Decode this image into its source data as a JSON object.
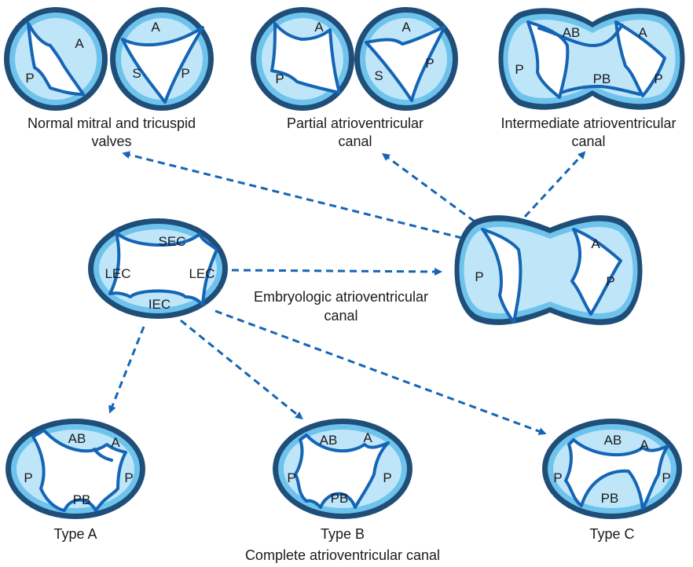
{
  "colors": {
    "outer": "#1f4e79",
    "ring": "#6ec3ec",
    "inner": "#bfe5f9",
    "leaflet_line": "#1565b5",
    "arrow": "#1565b5"
  },
  "normal": {
    "mitral_labels": {
      "anterior": "A",
      "posterior": "P"
    },
    "tricuspid_labels": {
      "anterior": "A",
      "septal": "S",
      "posterior": "P"
    },
    "caption": [
      "Normal mitral and tricuspid",
      "valves"
    ]
  },
  "partial": {
    "left_labels": {
      "anterior": "A",
      "posterior": "P"
    },
    "right_labels": {
      "anterior": "A",
      "septal": "S",
      "posterior": "P"
    },
    "caption": [
      "Partial atrioventricular",
      "canal"
    ]
  },
  "intermediate": {
    "labels": {
      "ab": "AB",
      "a": "A",
      "p_left": "P",
      "pb": "PB",
      "p_right": "P"
    },
    "caption": [
      "Intermediate atrioventricular",
      "canal"
    ]
  },
  "embryologic": {
    "labels": {
      "sec": "SEC",
      "lec_left": "LEC",
      "lec_right": "LEC",
      "iec": "IEC"
    },
    "caption": [
      "Embryologic atrioventricular",
      "canal"
    ]
  },
  "common_valve": {
    "labels": {
      "p_left": "P",
      "a": "A",
      "p_right": "P"
    }
  },
  "type_a": {
    "labels": {
      "ab": "AB",
      "a": "A",
      "p_left": "P",
      "pb": "PB",
      "p_right": "P"
    },
    "caption": "Type A"
  },
  "type_b": {
    "labels": {
      "ab": "AB",
      "a": "A",
      "p_left": "P",
      "pb": "PB",
      "p_right": "P"
    },
    "caption": "Type B"
  },
  "type_c": {
    "labels": {
      "ab": "AB",
      "a": "A",
      "p_left": "P",
      "pb": "PB",
      "p_right": "P"
    },
    "caption": "Type C"
  },
  "complete_caption": "Complete atrioventricular canal"
}
